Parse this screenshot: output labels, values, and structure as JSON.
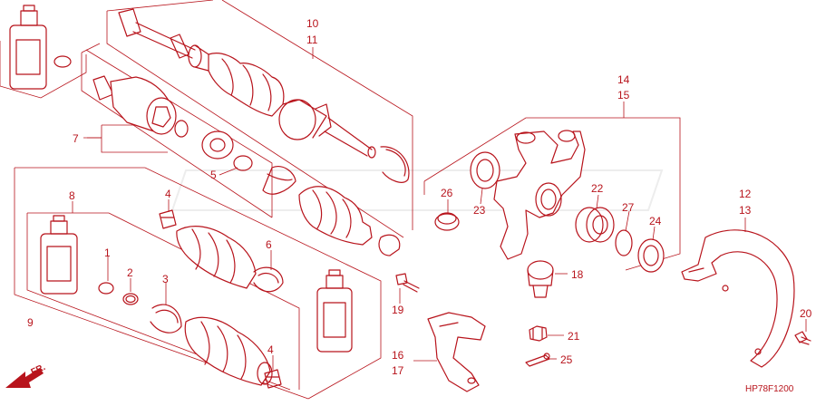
{
  "callouts": {
    "c10": "10",
    "c11": "11",
    "c7": "7",
    "c5": "5",
    "c8": "8",
    "c9": "9",
    "c1": "1",
    "c2": "2",
    "c3": "3",
    "c4a": "4",
    "c4b": "4",
    "c6": "6",
    "c14": "14",
    "c15": "15",
    "c26": "26",
    "c23": "23",
    "c22": "22",
    "c27": "27",
    "c24": "24",
    "c18": "18",
    "c19": "19",
    "c16": "16",
    "c17": "17",
    "c21": "21",
    "c25": "25",
    "c12": "12",
    "c13": "13",
    "c20": "20"
  },
  "direction_marker": "FR.",
  "diagram_code": "HP78F1200",
  "colors": {
    "line": "#b8141c",
    "background": "#ffffff"
  }
}
